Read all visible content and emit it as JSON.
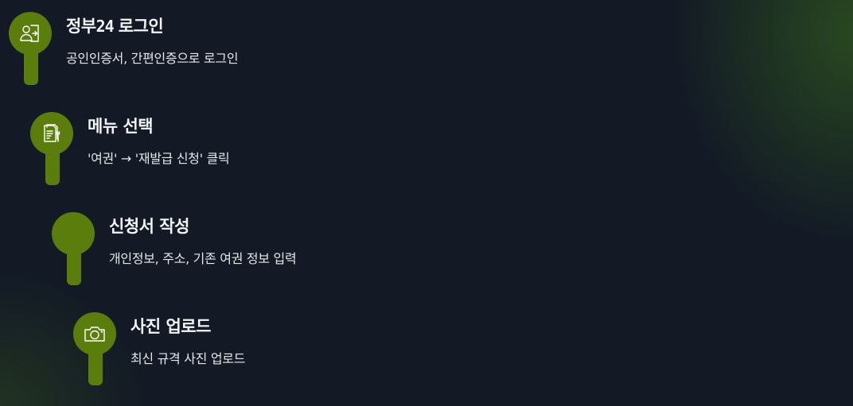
{
  "steps": [
    {
      "title_prefix": "정부",
      "title_brand": "24",
      "title_suffix": "로그인",
      "description": "공인인증서, 간편인증으로 로그인",
      "icon": "login-icon"
    },
    {
      "title": "메뉴 선택",
      "description": "'여권' → '재발급 신청' 클릭",
      "icon": "document-pen-icon"
    },
    {
      "title": "신청서 작성",
      "description": "개인정보, 주소, 기존 여권 정보 입력",
      "icon": "blank-icon"
    },
    {
      "title": "사진 업로드",
      "description": "최신 규격 사진 업로드",
      "icon": "camera-icon"
    }
  ],
  "colors": {
    "background": "#131a25",
    "pin": "#5a7d0c",
    "title_text": "#f1f3f5",
    "description_text": "#e4e7ea"
  }
}
